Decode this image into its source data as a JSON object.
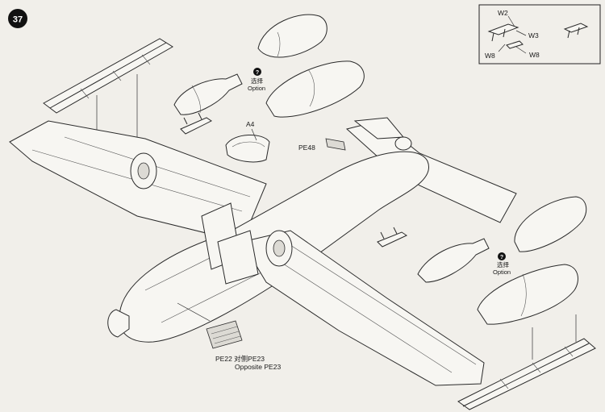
{
  "step": {
    "number": "37"
  },
  "inset": {
    "labels": [
      "W2",
      "W3",
      "W8",
      "W8"
    ]
  },
  "callouts": {
    "option_top": {
      "cn": "选择",
      "en": "Option"
    },
    "option_right": {
      "cn": "选择",
      "en": "Option"
    },
    "a4": "A4",
    "pe48": "PE48",
    "pe22_line": "PE22 对侧PE23",
    "opposite": "Opposite PE23"
  },
  "colors": {
    "ink": "#1a1a1a",
    "paper": "#f1efea",
    "badge": "#111111"
  }
}
